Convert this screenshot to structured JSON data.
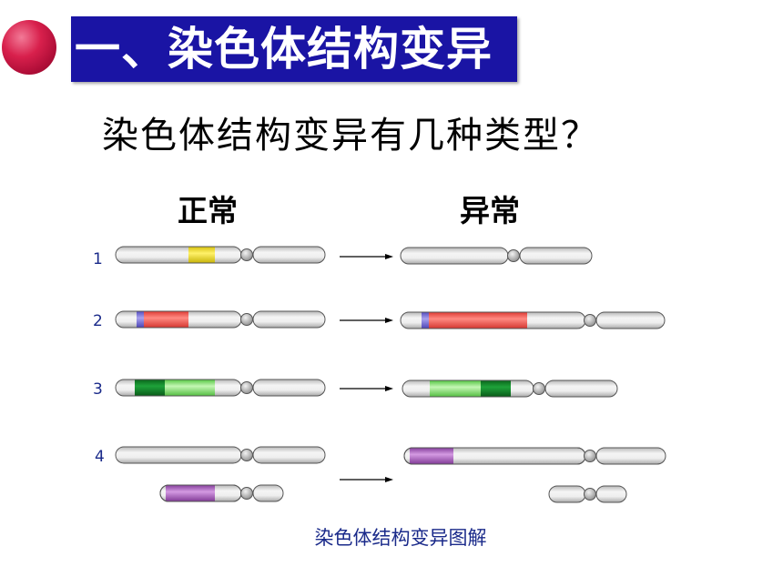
{
  "title": "一、染色体结构变异",
  "question": "染色体结构变异有几种类型？",
  "diagram": {
    "normal_label": "正常",
    "abnormal_label": "异常",
    "row_numbers": [
      "1",
      "2",
      "3",
      "4"
    ],
    "caption": "染色体结构变异图解"
  },
  "colors": {
    "title_bar": "#1a14a4",
    "bullet": "#c8143e",
    "chromosome_body": "#e6e6e6",
    "yellow_segment": "#f2e42a",
    "red_segment": "#f4645c",
    "blue_tip": "#7e76d8",
    "dark_green_segment": "#138a2a",
    "light_green_segment": "#8de87a",
    "purple_segment": "#b06cc0"
  }
}
